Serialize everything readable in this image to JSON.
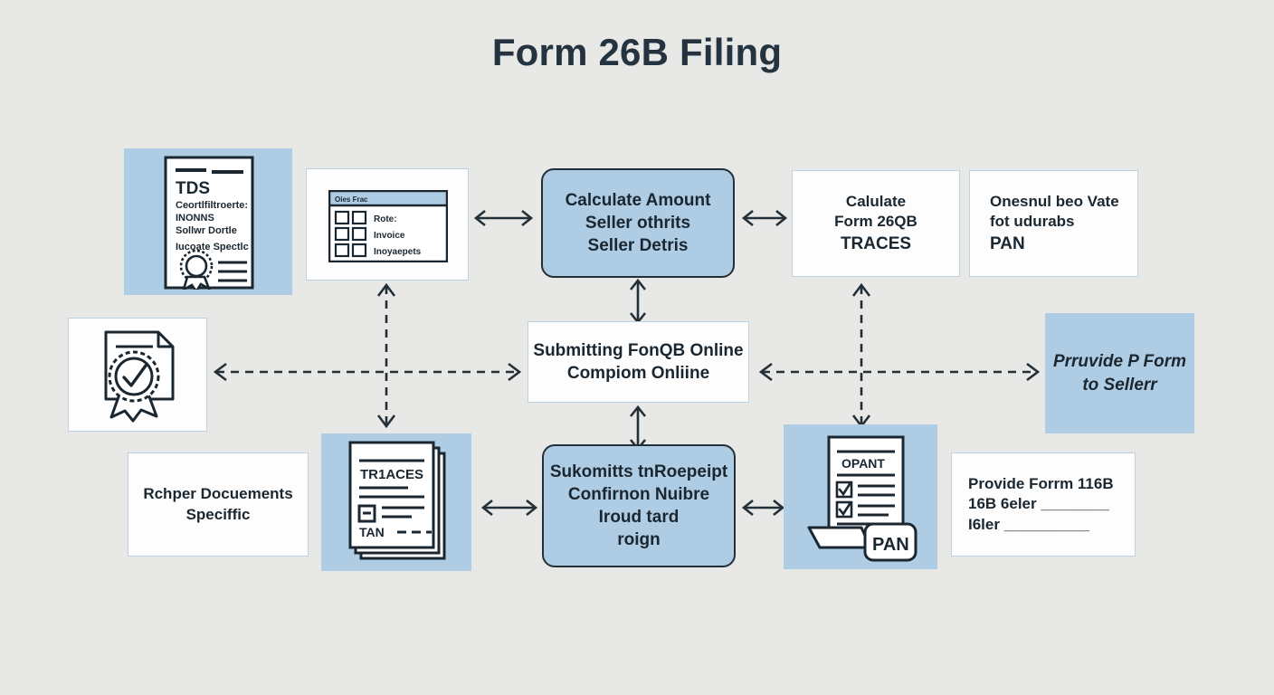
{
  "page": {
    "title": "Form 26B Filing",
    "background_color": "#e8e8e6",
    "title_color": "#24333f",
    "accent_blue": "#aecce4",
    "stroke_dark": "#243038"
  },
  "nodes": {
    "tds_certificate_tile": {
      "kind": "icon-tile-blue",
      "icon": "tds-certificate-document-icon",
      "icon_lines": [
        "TDS",
        "Ceortlfiltroerte:",
        "INONNS",
        "Sollwr Dortle",
        "Iucoate Spectlc"
      ]
    },
    "form_checkboxes_tile": {
      "kind": "icon-tile-white",
      "icon": "form-checkboxes-icon",
      "titlebar": "Oies Frac",
      "rows": [
        "Rote:",
        "Invoice",
        "Inoyaepets"
      ]
    },
    "calculate_amount": {
      "kind": "process-blue",
      "lines": [
        "Calculate Amount",
        "Seller othrits",
        "Seller Detris"
      ]
    },
    "calculate_form_26qb": {
      "kind": "plain-white",
      "lines": [
        "Calulate",
        "Form 26QB",
        "TRACES"
      ]
    },
    "pan_details": {
      "kind": "plain-white",
      "lines": [
        "Onesnul beo Vate",
        "fot udurabs",
        "PAN"
      ]
    },
    "certificate_seal_tile": {
      "kind": "icon-tile-white",
      "icon": "certificate-seal-check-icon"
    },
    "submitting_online": {
      "kind": "plain-white",
      "lines": [
        "Submitting FonQB Online",
        "Compiom Onliine"
      ]
    },
    "provide_form_to_seller": {
      "kind": "tile-blue-text",
      "lines": [
        "Prruvide P Form",
        "to Sellerr"
      ]
    },
    "required_documents": {
      "kind": "plain-white",
      "lines": [
        "Rchper Docuements",
        "Speciffic"
      ]
    },
    "traces_documents_tile": {
      "kind": "icon-tile-blue",
      "icon": "stacked-documents-icon",
      "icon_lines": [
        "TR1ACES",
        "TAN"
      ]
    },
    "submit_receipt": {
      "kind": "process-blue",
      "lines": [
        "Sukomitts tnRoepeipt",
        "Confirnon Nuibre",
        "Iroud tard",
        "roign"
      ]
    },
    "pan_checklist_tile": {
      "kind": "icon-tile-blue",
      "icon": "checklist-pan-card-icon",
      "icon_lines": [
        "OPANT",
        "PAN"
      ]
    },
    "provide_form_16b": {
      "kind": "plain-white",
      "lines": [
        "Provide Forrm 116B",
        "16B 6eler ________",
        "I6ler __________"
      ]
    }
  },
  "connectors": [
    {
      "name": "checkbox-form-to-calculate-amount",
      "style": "solid",
      "heads": "both",
      "orientation": "horizontal"
    },
    {
      "name": "calculate-amount-to-form-26qb",
      "style": "solid",
      "heads": "both",
      "orientation": "horizontal"
    },
    {
      "name": "calculate-amount-to-submitting-online",
      "style": "solid",
      "heads": "both",
      "orientation": "vertical"
    },
    {
      "name": "submitting-online-to-submit-receipt",
      "style": "solid",
      "heads": "both",
      "orientation": "vertical"
    },
    {
      "name": "required-documents-to-submit-receipt",
      "style": "solid",
      "heads": "both",
      "orientation": "horizontal"
    },
    {
      "name": "submit-receipt-to-pan-checklist",
      "style": "solid",
      "heads": "both",
      "orientation": "horizontal"
    },
    {
      "name": "certificate-to-submitting-online",
      "style": "dashed",
      "heads": "both",
      "orientation": "horizontal"
    },
    {
      "name": "submitting-online-to-provide-form-seller",
      "style": "dashed",
      "heads": "both",
      "orientation": "horizontal"
    },
    {
      "name": "checkbox-form-to-traces-documents",
      "style": "dashed",
      "heads": "both",
      "orientation": "vertical"
    },
    {
      "name": "form-26qb-to-pan-checklist",
      "style": "dashed",
      "heads": "both",
      "orientation": "vertical"
    }
  ]
}
